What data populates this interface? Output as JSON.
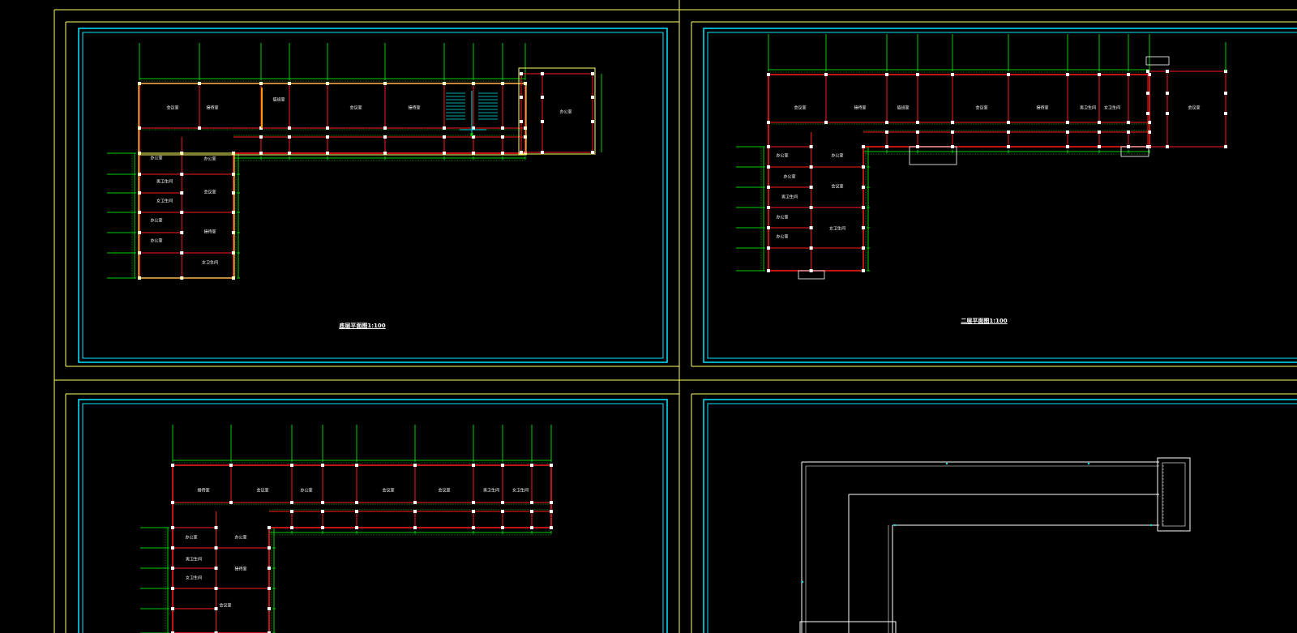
{
  "colors": {
    "background": "#000000",
    "sheet_border": "#ffff66",
    "frame": "#00e5ff",
    "wall": "#ff1a1a",
    "axis": "#00cc00",
    "column": "#ffffff",
    "dimension": "#00cc00",
    "stair": "#00e5e5",
    "outline": "#ffffff"
  },
  "sheets": [
    {
      "id": "floor1",
      "title": "底层平面图1:100",
      "rooms": [
        "会议室",
        "接待室",
        "值班室",
        "会议室",
        "接待室",
        "办公室",
        "办公室",
        "男卫生间",
        "女卫生间",
        "女卫生间",
        "办公室",
        "办公室",
        "会议室",
        "办公室",
        "接待室"
      ]
    },
    {
      "id": "floor2",
      "title": "二层平面图1:100",
      "rooms": [
        "会议室",
        "接待室",
        "值班室",
        "会议室",
        "接待室",
        "男卫生间",
        "女卫生间",
        "会议室",
        "办公室",
        "办公室",
        "男卫生间",
        "女卫生间",
        "办公室",
        "办公室",
        "会议室",
        "办公室"
      ]
    },
    {
      "id": "floor3",
      "title": "",
      "rooms": [
        "接待室",
        "会议室",
        "办公室",
        "会议室",
        "会议室",
        "男卫生间",
        "女卫生间",
        "办公室",
        "办公室",
        "男卫生间",
        "接待室",
        "女卫生间",
        "会议室"
      ]
    },
    {
      "id": "roof",
      "title": "",
      "rooms": []
    }
  ]
}
